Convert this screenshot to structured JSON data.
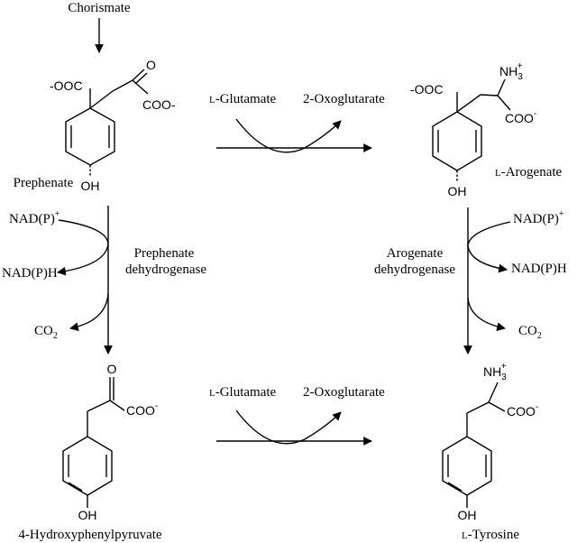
{
  "top_label": "Chorismate",
  "molecules": {
    "prephenate": {
      "name": "Prephenate",
      "cooh_left": "-OOC",
      "carbonyl_o": "O",
      "cooh_right": "COO-",
      "oh": "OH"
    },
    "arogenate": {
      "name_prefix": "L",
      "name": "-Arogenate",
      "cooh_left": "-OOC",
      "nh": "NH",
      "nh_sub": "3",
      "nh_sup": "+",
      "coo": "COO",
      "coo_sup": "-",
      "oh": "OH"
    },
    "hpp": {
      "name": "4-Hydroxyphenylpyruvate",
      "carbonyl_o": "O",
      "coo": "COO",
      "coo_sup": "-",
      "oh": "OH"
    },
    "tyrosine": {
      "name_prefix": "L",
      "name": "-Tyrosine",
      "nh": "NH",
      "nh_sub": "3",
      "nh_sup": "+",
      "coo": "COO",
      "coo_sup": "-",
      "oh": "OH"
    }
  },
  "transamination_top": {
    "substrate_prefix": "L",
    "substrate": "-Glutamate",
    "product": "2-Oxoglutarate"
  },
  "transamination_bottom": {
    "substrate_prefix": "L",
    "substrate": "-Glutamate",
    "product": "2-Oxoglutarate"
  },
  "left_dehydrogenation": {
    "cofactor_in": "NAD(P)",
    "cofactor_in_sup": "+",
    "cofactor_out": "NAD(P)H",
    "co2": "CO",
    "co2_sub": "2",
    "enzyme_line1": "Prephenate",
    "enzyme_line2": "dehydrogenase"
  },
  "right_dehydrogenation": {
    "cofactor_in": "NAD(P)",
    "cofactor_in_sup": "+",
    "cofactor_out": "NAD(P)H",
    "co2": "CO",
    "co2_sub": "2",
    "enzyme_line1": "Arogenate",
    "enzyme_line2": "dehydrogenase"
  }
}
